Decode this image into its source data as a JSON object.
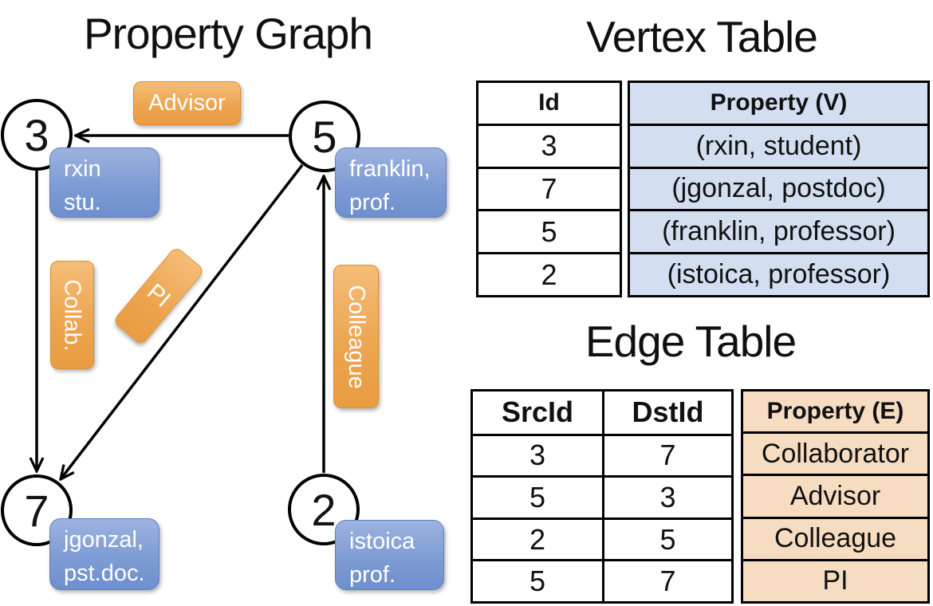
{
  "graph": {
    "title": "Property Graph",
    "vertices": {
      "v3": {
        "id": "3",
        "line1": "rxin",
        "line2": "stu."
      },
      "v5": {
        "id": "5",
        "line1": "franklin,",
        "line2": "prof."
      },
      "v7": {
        "id": "7",
        "line1": "jgonzal,",
        "line2": "pst.doc."
      },
      "v2": {
        "id": "2",
        "line1": "istoica",
        "line2": "prof."
      }
    },
    "edge_labels": {
      "advisor": "Advisor",
      "collab": "Collab.",
      "pi": "PI",
      "colleague": "Colleague"
    }
  },
  "vertex_table": {
    "title": "Vertex Table",
    "columns": [
      "Id",
      "Property (V)"
    ],
    "rows": [
      [
        "3",
        "(rxin, student)"
      ],
      [
        "7",
        "(jgonzal, postdoc)"
      ],
      [
        "5",
        "(franklin, professor)"
      ],
      [
        "2",
        "(istoica, professor)"
      ]
    ]
  },
  "edge_table": {
    "title": "Edge Table",
    "columns": [
      "SrcId",
      "DstId",
      "Property (E)"
    ],
    "rows": [
      [
        "3",
        "7",
        "Collaborator"
      ],
      [
        "5",
        "3",
        "Advisor"
      ],
      [
        "2",
        "5",
        "Colleague"
      ],
      [
        "5",
        "7",
        "PI"
      ]
    ]
  },
  "colors": {
    "edge_label_fill": "#eca44e",
    "vertex_label_fill": "#7e9cd4",
    "vertex_table_fill": "#d3dff1",
    "edge_table_fill": "#f6ddc2",
    "line_color": "#000000"
  }
}
